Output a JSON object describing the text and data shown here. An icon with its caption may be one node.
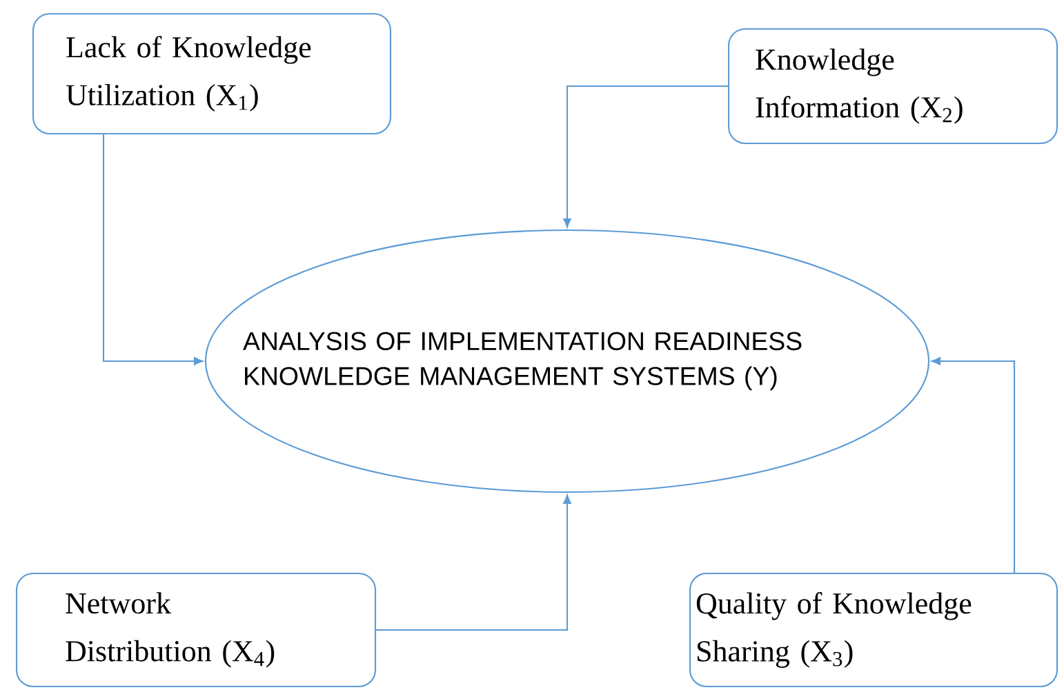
{
  "diagram": {
    "nodes": [
      {
        "text": [
          "Lack of Knowledge Utilization (X$_{1}$)"
        ]
      },
      {
        "text": [
          "Knowledge Information (X$_{2}$)"
        ]
      },
      {
        "text": [
          "ANALYSIS OF IMPLEMENTATION READINESS KNOWLEDGE MANAGEMENT SYSTEMS (Y)"
        ]
      },
      {
        "text": [
          "Network Distribution (X$_{4}$)"
        ]
      },
      {
        "text": [
          "Quality of Knowledge Sharing (X$_{3}$)"
        ]
      }
    ],
    "edges": [
      {
        "from": 0,
        "to": 2,
        "arrow": "to"
      },
      {
        "from": 1,
        "to": 2,
        "arrow": "to"
      },
      {
        "from": 3,
        "to": 2,
        "arrow": "to"
      },
      {
        "from": 4,
        "to": 2,
        "arrow": "to"
      }
    ]
  }
}
